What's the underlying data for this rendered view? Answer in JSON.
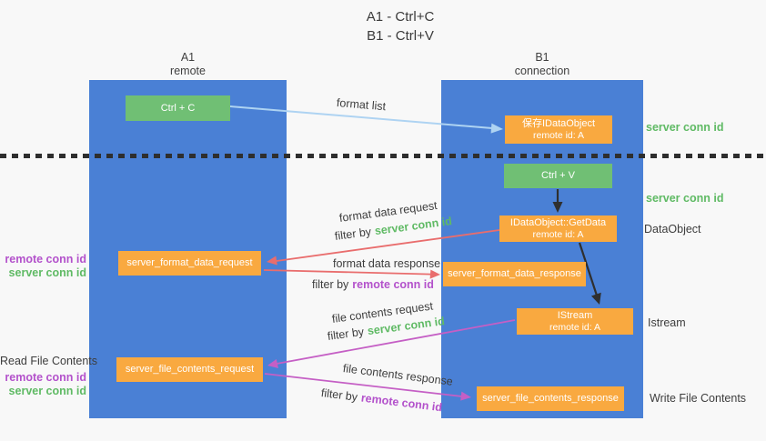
{
  "colors": {
    "lane_blue": "#4a80d5",
    "green_box": "#70bf74",
    "orange_box": "#f9a940",
    "green_text": "#5fba64",
    "purple_text": "#b351cb",
    "red_arrow": "#e96d6d",
    "magenta_arrow": "#c55fc5",
    "blue_arrow": "#aed3f2",
    "black_arrow": "#2f2f2f"
  },
  "title": {
    "line1": "A1 - Ctrl+C",
    "line2": "B1 - Ctrl+V"
  },
  "lanes": {
    "a": {
      "name": "A1",
      "subtitle": "remote"
    },
    "b": {
      "name": "B1",
      "subtitle": "connection"
    }
  },
  "boxes": {
    "ctrl_c": {
      "label": "Ctrl + C"
    },
    "ctrl_v": {
      "label": "Ctrl + V"
    },
    "save_dataobject": {
      "line1": "保存IDataObject",
      "line2": "remote id: A"
    },
    "getdata": {
      "line1": "IDataObject::GetData",
      "line2": "remote id: A"
    },
    "istream": {
      "line1": "IStream",
      "line2": "remote id: A"
    },
    "format_request": {
      "label": "server_format_data_request"
    },
    "format_response": {
      "label": "server_format_data_response"
    },
    "file_request": {
      "label": "server_file_contents_request"
    },
    "file_response": {
      "label": "server_file_contents_response"
    }
  },
  "flow_labels": {
    "format_list": "format list",
    "format_data_request": "format data request",
    "format_data_request_filter_prefix": "filter by",
    "format_data_request_filter_key": "server conn id",
    "format_data_response": "format data response",
    "format_data_response_filter_prefix": "filter by",
    "format_data_response_filter_key": "remote conn id",
    "file_contents_request": "file contents request",
    "file_contents_request_filter_prefix": "filter by",
    "file_contents_request_filter_key": "server conn id",
    "file_contents_response": "file contents response",
    "file_contents_response_filter_prefix": "filter by",
    "file_contents_response_filter_key": "remote conn id"
  },
  "side_labels": {
    "server_conn_id_top": "server conn id",
    "server_conn_id_mid": "server conn id",
    "dataobject": "DataObject",
    "istream": "Istream",
    "write_file_contents": "Write File Contents",
    "read_file_contents": "Read File Contents",
    "left_remote_conn_id_1": "remote conn id",
    "left_server_conn_id_1": "server conn id",
    "left_remote_conn_id_2": "remote conn id",
    "left_server_conn_id_2": "server conn id"
  }
}
